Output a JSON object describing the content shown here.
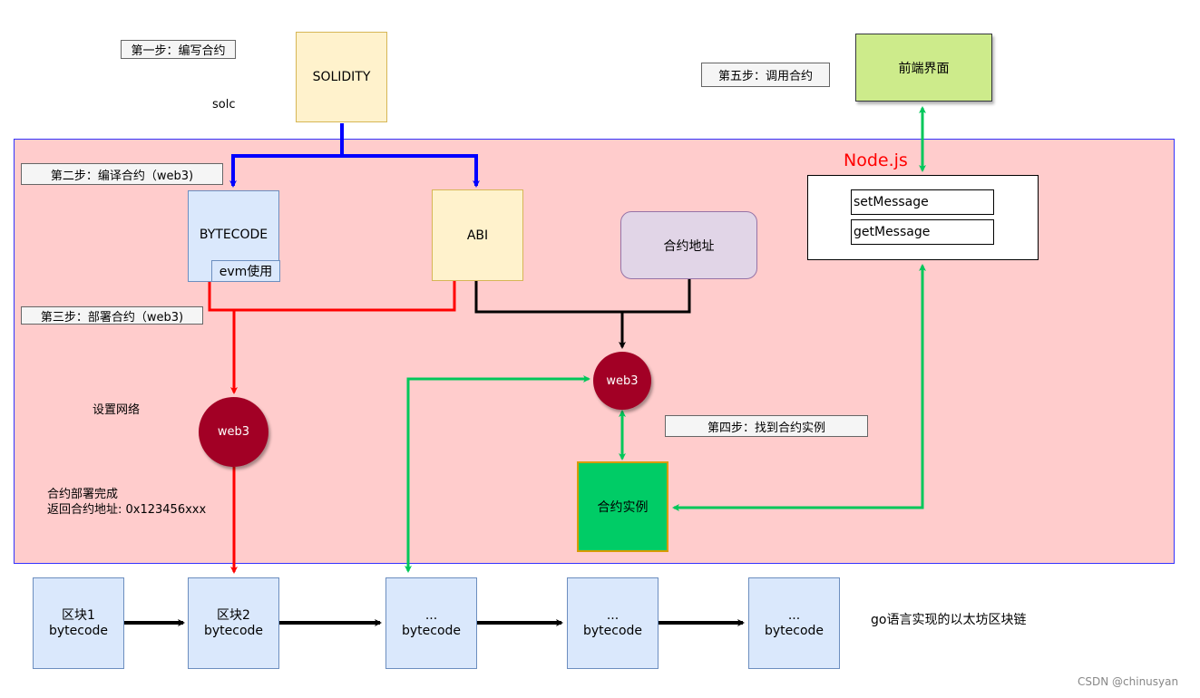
{
  "steps": {
    "step1": "第一步：编写合约",
    "step2": "第二步：编译合约（web3)",
    "step3": "第三步：部署合约（web3)",
    "step4": "第四步：找到合约实例",
    "step5": "第五步：调用合约"
  },
  "nodes": {
    "solidity": "SOLIDITY",
    "solc": "solc",
    "bytecode": "BYTECODE",
    "evm": "evm使用",
    "abi": "ABI",
    "contract_address": "合约地址",
    "web3_deploy": "web3",
    "web3_find": "web3",
    "contract_instance": "合约实例",
    "frontend": "前端界面",
    "nodejs_title": "Node.js",
    "set_message": "setMessage",
    "get_message": "getMessage",
    "network": "设置网络",
    "deploy_done_line1": "合约部署完成",
    "deploy_done_line2": "返回合约地址: 0x123456xxx"
  },
  "blocks": [
    {
      "line1": "区块1",
      "line2": "bytecode"
    },
    {
      "line1": "区块2",
      "line2": "bytecode"
    },
    {
      "line1": "...",
      "line2": "bytecode"
    },
    {
      "line1": "...",
      "line2": "bytecode"
    },
    {
      "line1": "...",
      "line2": "bytecode"
    }
  ],
  "chain_label": "go语言实现的以太坊区块链",
  "watermark": "CSDN @chinusyan",
  "colors": {
    "container_fill": "#ffcccc",
    "container_border": "#0000ff",
    "compile_arrow": "#0000ff",
    "deploy_arrow": "#ff0000",
    "find_arrow": "#00c75a",
    "web3_fill": "#a20025",
    "instance_fill": "#00cc66",
    "frontend_fill": "#cdeb8b"
  }
}
